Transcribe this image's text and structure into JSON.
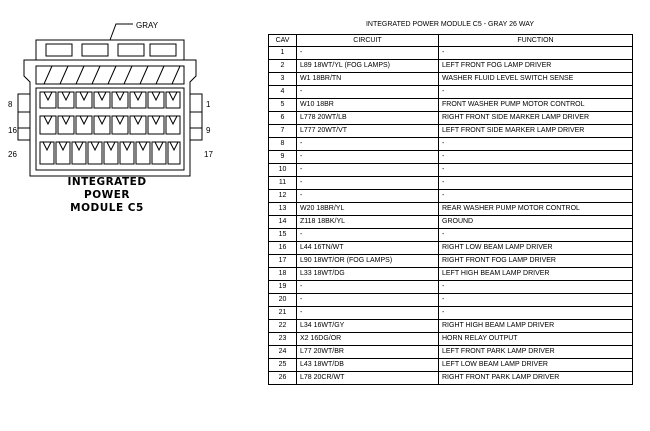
{
  "connector": {
    "color_label": "GRAY",
    "caption": [
      "INTEGRATED",
      "POWER",
      "MODULE C5"
    ],
    "pin_labels": {
      "top_left": "8",
      "top_right": "1",
      "mid_left": "16",
      "mid_right": "9",
      "bottom_left": "26",
      "bottom_right": "17"
    }
  },
  "table": {
    "title": "INTEGRATED POWER MODULE C5 - GRAY 26 WAY",
    "headers": [
      "CAV",
      "CIRCUIT",
      "FUNCTION"
    ],
    "rows": [
      [
        "1",
        "-",
        "-"
      ],
      [
        "2",
        "L89 18WT/YL (FOG LAMPS)",
        "LEFT FRONT FOG LAMP DRIVER"
      ],
      [
        "3",
        "W1 18BR/TN",
        "WASHER FLUID LEVEL SWITCH SENSE"
      ],
      [
        "4",
        "-",
        "-"
      ],
      [
        "5",
        "W10 18BR",
        "FRONT WASHER PUMP MOTOR CONTROL"
      ],
      [
        "6",
        "L778 20WT/LB",
        "RIGHT FRONT SIDE MARKER LAMP DRIVER"
      ],
      [
        "7",
        "L777 20WT/VT",
        "LEFT FRONT SIDE MARKER LAMP DRIVER"
      ],
      [
        "8",
        "-",
        "-"
      ],
      [
        "9",
        "-",
        "-"
      ],
      [
        "10",
        "-",
        "-"
      ],
      [
        "11",
        "-",
        "-"
      ],
      [
        "12",
        "-",
        "-"
      ],
      [
        "13",
        "W20 18BR/YL",
        "REAR WASHER PUMP MOTOR CONTROL"
      ],
      [
        "14",
        "Z118 18BK/YL",
        "GROUND"
      ],
      [
        "15",
        "-",
        "-"
      ],
      [
        "16",
        "L44 16TN/WT",
        "RIGHT LOW BEAM LAMP DRIVER"
      ],
      [
        "17",
        "L90 18WT/OR (FOG LAMPS)",
        "RIGHT FRONT FOG LAMP DRIVER"
      ],
      [
        "18",
        "L33 18WT/DG",
        "LEFT HIGH BEAM LAMP DRIVER"
      ],
      [
        "19",
        "-",
        "-"
      ],
      [
        "20",
        "-",
        "-"
      ],
      [
        "21",
        "-",
        "-"
      ],
      [
        "22",
        "L34 16WT/GY",
        "RIGHT HIGH BEAM LAMP DRIVER"
      ],
      [
        "23",
        "X2 16DG/OR",
        "HORN RELAY OUTPUT"
      ],
      [
        "24",
        "L77 20WT/BR",
        "LEFT FRONT PARK LAMP DRIVER"
      ],
      [
        "25",
        "L43 18WT/DB",
        "LEFT LOW BEAM LAMP DRIVER"
      ],
      [
        "26",
        "L78 20CR/WT",
        "RIGHT FRONT PARK LAMP DRIVER"
      ]
    ]
  }
}
